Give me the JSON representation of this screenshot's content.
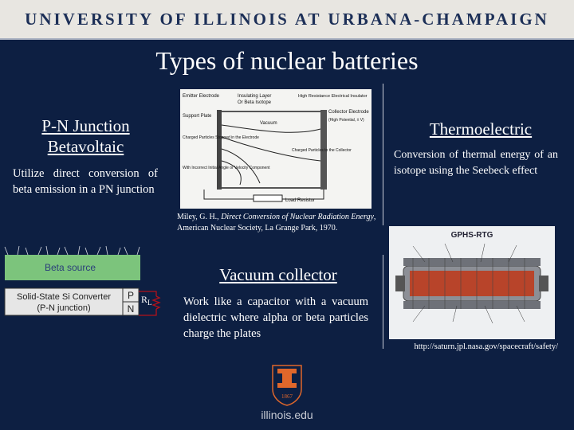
{
  "header": {
    "title": "UNIVERSITY OF ILLINOIS AT URBANA-CHAMPAIGN"
  },
  "slide": {
    "title": "Types of nuclear batteries",
    "left": {
      "heading": "P-N Junction Betavoltaic",
      "body": "Utilize direct conversion of beta emission in a PN junction",
      "diagram": {
        "source_label": "Beta source",
        "converter_label_1": "Solid-State Si Converter",
        "converter_label_2": "(P-N junction)",
        "p_label": "P",
        "n_label": "N",
        "load_label": "R",
        "load_subscript": "L"
      }
    },
    "center": {
      "diagram_labels": {
        "emitter": "Emitter Electrode",
        "insulating": "Insulating Layer",
        "beta_isotope": "Or Beta Isotope",
        "high_resistance": "High Resistance Electrical Insulator",
        "collector": "Collector Electrode",
        "high_potential": "(High Potential, ± V)",
        "support": "Support Plate",
        "vacuum": "Vacuum",
        "charged": "Charged Particles Stopped in the Electrode",
        "charged_collector": "Charged Particles to the Collector",
        "with_incorrect": "With Incorrect Initial Angle or Velocity Component",
        "load_resistor": "Load Resistor"
      },
      "citation_prefix": "Miley, G. H., ",
      "citation_title": "Direct Conversion of Nuclear Radiation Energy",
      "citation_suffix": ", American Nuclear Society, La Grange Park, 1970.",
      "vacuum_heading": "Vacuum collector",
      "vacuum_body": "Work like a capacitor with a vacuum dielectric where alpha or beta particles charge the plates"
    },
    "right": {
      "heading": "Thermoelectric",
      "body": "Conversion of thermal energy of an isotope using the Seebeck effect",
      "rtg_title": "GPHS-RTG",
      "link": "http://saturn.jpl.nasa.gov/spacecraft/safety/"
    }
  },
  "footer": {
    "url": "illinois.edu",
    "logo_year": "1867",
    "logo_letter": "I"
  },
  "colors": {
    "background": "#0d1f42",
    "header": "#e8e6e1",
    "logo_orange": "#e0672b",
    "source_green": "#7cc47c"
  }
}
